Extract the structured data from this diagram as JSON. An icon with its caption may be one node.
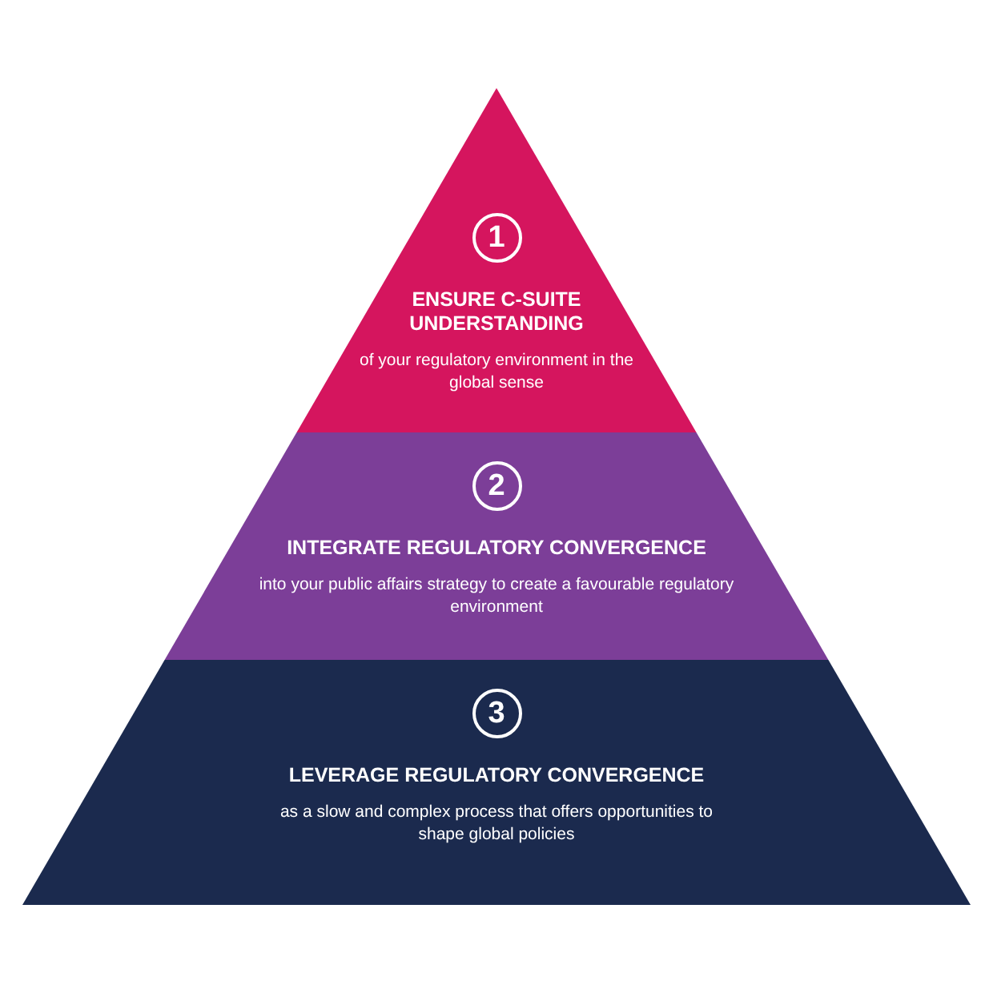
{
  "diagram": {
    "nodes": [
      {
        "text": [
          "1",
          "ENSURE C-SUITE UNDERSTANDING",
          "of your regulatory environment in the global sense"
        ]
      },
      {
        "text": [
          "2",
          "INTEGRATE REGULATORY CONVERGENCE",
          "into your public affairs strategy to create a favourable regulatory environment"
        ]
      },
      {
        "text": [
          "3",
          "LEVERAGE REGULATORY CONVERGENCE",
          "as a slow and complex process that offers opportunities to shape global policies"
        ]
      }
    ]
  }
}
